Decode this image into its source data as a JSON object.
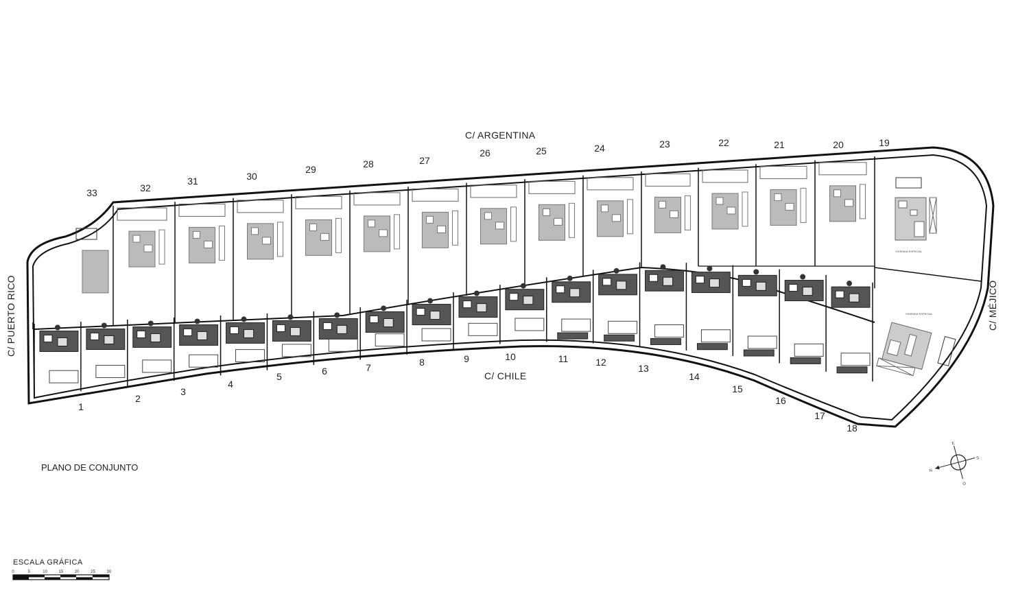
{
  "streets": {
    "north": "C/ ARGENTINA",
    "south": "C/ CHILE",
    "west": "C/ PUERTO RICO",
    "east": "C/ MÉJICO"
  },
  "lots_bottom": [
    "1",
    "2",
    "3",
    "4",
    "5",
    "6",
    "7",
    "8",
    "9",
    "10",
    "11",
    "12",
    "13",
    "14",
    "15",
    "16",
    "17",
    "18"
  ],
  "lots_top": [
    "19",
    "20",
    "21",
    "22",
    "23",
    "24",
    "25",
    "26",
    "27",
    "28",
    "29",
    "30",
    "31",
    "32",
    "33"
  ],
  "special_house_label": "VIVIENDA ESPECIAL",
  "plan_title": "PLANO DE CONJUNTO",
  "scale": {
    "title": "ESCALA GRÁFICA",
    "ticks": [
      "0",
      "5",
      "10",
      "15",
      "20",
      "25",
      "30"
    ]
  },
  "compass": {
    "n": "N",
    "s": "S",
    "e": "E",
    "o": "O"
  }
}
